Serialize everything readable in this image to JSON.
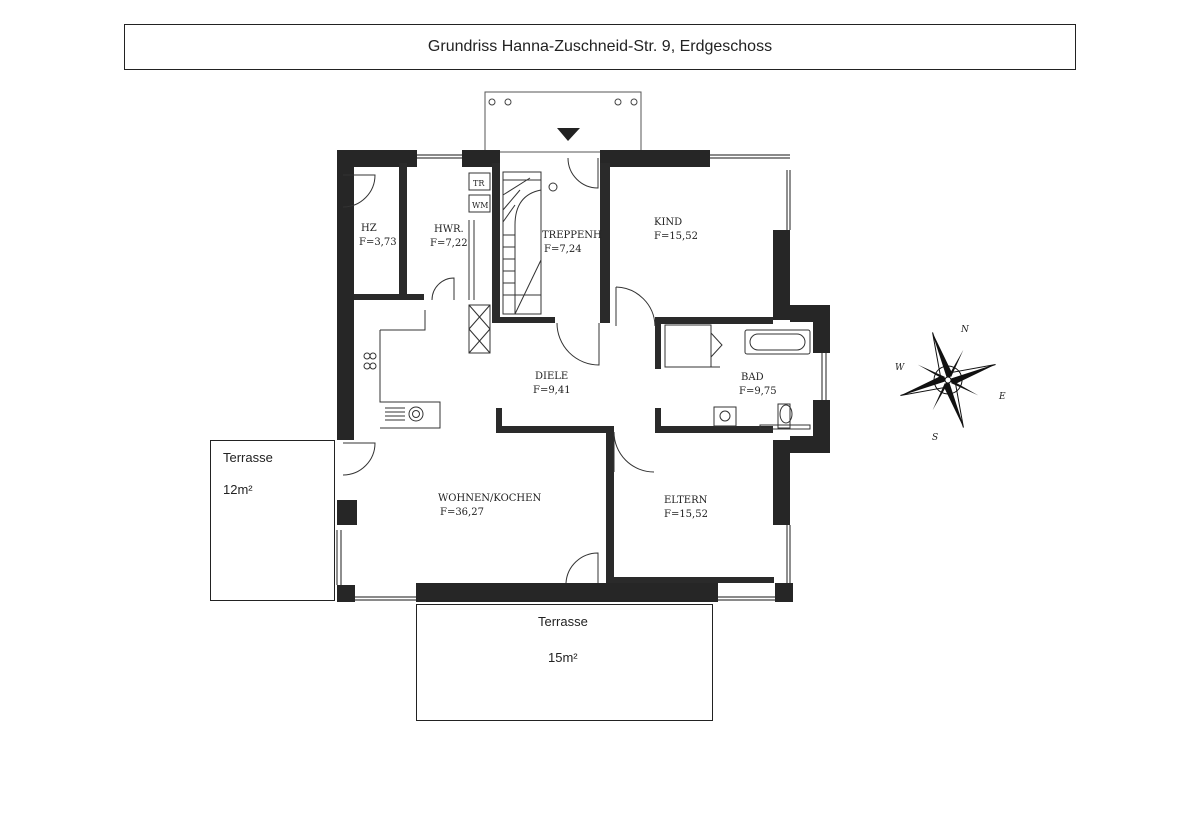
{
  "title": "Grundriss Hanna-Zuschneid-Str. 9, Erdgeschoss",
  "terraces": {
    "west": {
      "label": "Terrasse",
      "area": "12m²"
    },
    "south": {
      "label": "Terrasse",
      "area": "15m²"
    }
  },
  "rooms": {
    "hz": {
      "name": "HZ",
      "area": "F=3,73"
    },
    "hwr": {
      "name": "HWR.",
      "area": "F=7,22"
    },
    "treppenhaus": {
      "name": "TREPPENH",
      "area": "F=7,24"
    },
    "kind": {
      "name": "KIND",
      "area": "F=15,52"
    },
    "diele": {
      "name": "DIELE",
      "area": "F=9,41"
    },
    "bad": {
      "name": "BAD",
      "area": "F=9,75"
    },
    "wohnen_kochen": {
      "name": "WOHNEN/KOCHEN",
      "area": "F=36,27"
    },
    "eltern": {
      "name": "ELTERN",
      "area": "F=15,52"
    }
  },
  "appliances": {
    "tr": "TR",
    "wm": "WM"
  },
  "compass": {
    "n": "N",
    "e": "E",
    "s": "S",
    "w": "W"
  }
}
